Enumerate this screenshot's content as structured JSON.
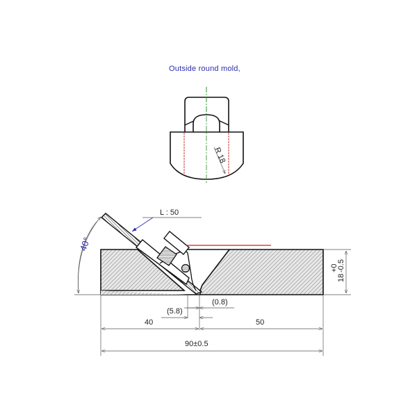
{
  "title": "Outside round mold,",
  "top_view": {
    "radius_label": "R 18"
  },
  "side_view": {
    "blade_length_label": "L : 50",
    "angle_label": "40°",
    "height_label": "18",
    "height_tol_upper": "+0",
    "height_tol_lower": "-0.5"
  },
  "dimensions": {
    "offset_small": "(0.8)",
    "offset_mid": "(5.8)",
    "left_length": "40",
    "right_length": "50",
    "total_length": "90±0.5"
  },
  "colors": {
    "line": "#111111",
    "dimension": "#555555",
    "annotation_blue": "#2b2bb0",
    "centerline_green": "#2a8a2a",
    "accent_red": "#cc2222",
    "hatch": "#999999"
  }
}
